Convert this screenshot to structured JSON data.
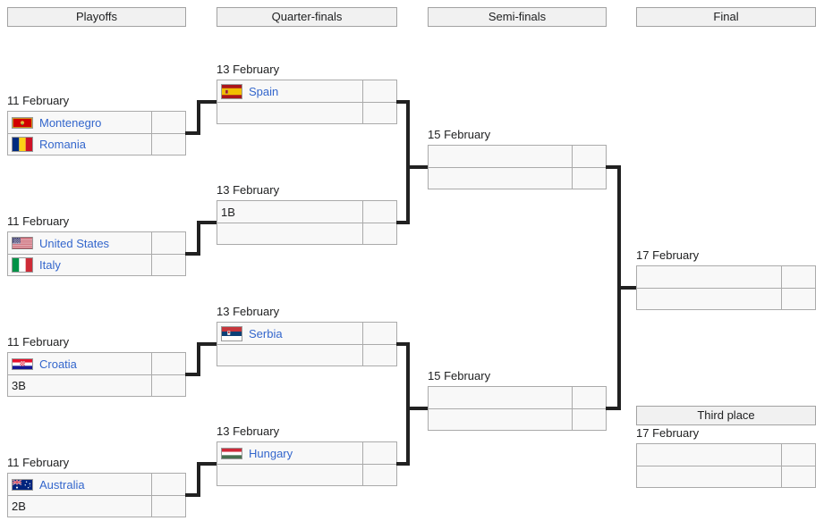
{
  "title": "Tournament bracket",
  "colors": {
    "link_blue": "#3366cc",
    "connector": "#212121",
    "cell_background": "#f8f8f8",
    "cell_border": "#aaaaaa",
    "header_background": "#f1f1f1",
    "text": "#202122"
  },
  "round_headers": [
    {
      "label": "Playoffs"
    },
    {
      "label": "Quarter-finals"
    },
    {
      "label": "Semi-finals"
    },
    {
      "label": "Final"
    }
  ],
  "third_place_label": "Third place",
  "flags": {
    "me": "flag-montenegro",
    "ro": "flag-romania",
    "us": "flag-united-states",
    "it": "flag-italy",
    "hr": "flag-croatia",
    "au": "flag-australia",
    "es": "flag-spain",
    "rs": "flag-serbia",
    "hu": "flag-hungary"
  },
  "matches": {
    "p1": {
      "round": "playoffs",
      "date": "11 February",
      "team1": {
        "name": "Montenegro",
        "flag": "me",
        "cls": "team-link",
        "score": ""
      },
      "team2": {
        "name": "Romania",
        "flag": "ro",
        "cls": "team-link",
        "score": ""
      }
    },
    "p2": {
      "round": "playoffs",
      "date": "11 February",
      "team1": {
        "name": "United States",
        "flag": "us",
        "cls": "team-link",
        "score": ""
      },
      "team2": {
        "name": "Italy",
        "flag": "it",
        "cls": "team-link",
        "score": ""
      }
    },
    "p3": {
      "round": "playoffs",
      "date": "11 February",
      "team1": {
        "name": "Croatia",
        "flag": "hr",
        "cls": "team-link",
        "score": ""
      },
      "team2": {
        "name": "3B",
        "cls": "team-plain",
        "score": ""
      }
    },
    "p4": {
      "round": "playoffs",
      "date": "11 February",
      "team1": {
        "name": "Australia",
        "flag": "au",
        "cls": "team-link",
        "score": ""
      },
      "team2": {
        "name": "2B",
        "cls": "team-plain",
        "score": ""
      }
    },
    "qf1": {
      "round": "quarter-finals",
      "date": "13 February",
      "team1": {
        "name": "Spain",
        "flag": "es",
        "cls": "team-link",
        "score": ""
      },
      "team2": {
        "name": "",
        "score": ""
      }
    },
    "qf2": {
      "round": "quarter-finals",
      "date": "13 February",
      "team1": {
        "name": "1B",
        "cls": "team-plain",
        "score": ""
      },
      "team2": {
        "name": "",
        "score": ""
      }
    },
    "qf3": {
      "round": "quarter-finals",
      "date": "13 February",
      "team1": {
        "name": "Serbia",
        "flag": "rs",
        "cls": "team-link",
        "score": ""
      },
      "team2": {
        "name": "",
        "score": ""
      }
    },
    "qf4": {
      "round": "quarter-finals",
      "date": "13 February",
      "team1": {
        "name": "Hungary",
        "flag": "hu",
        "cls": "team-link",
        "score": ""
      },
      "team2": {
        "name": "",
        "score": ""
      }
    },
    "sf1": {
      "round": "semi-finals",
      "date": "15 February",
      "team1": {
        "name": "",
        "score": ""
      },
      "team2": {
        "name": "",
        "score": ""
      }
    },
    "sf2": {
      "round": "semi-finals",
      "date": "15 February",
      "team1": {
        "name": "",
        "score": ""
      },
      "team2": {
        "name": "",
        "score": ""
      }
    },
    "final": {
      "round": "final",
      "date": "17 February",
      "team1": {
        "name": "",
        "score": ""
      },
      "team2": {
        "name": "",
        "score": ""
      }
    },
    "third": {
      "round": "third-place",
      "date": "17 February",
      "team1": {
        "name": "",
        "score": ""
      },
      "team2": {
        "name": "",
        "score": ""
      }
    }
  }
}
